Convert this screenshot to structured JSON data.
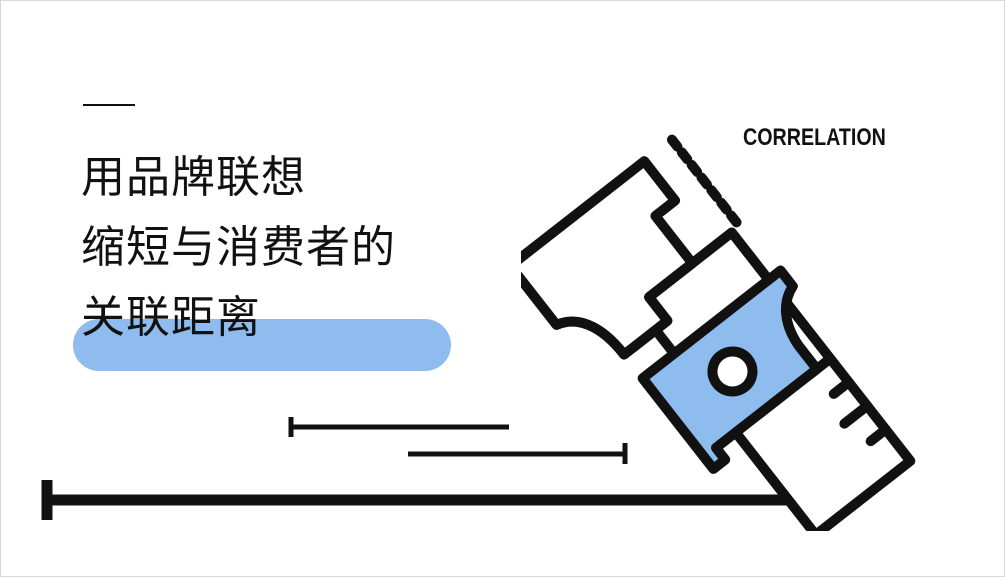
{
  "slide": {
    "title_lines": [
      "用品牌联想",
      "缩短与消费者的",
      "关联距离"
    ],
    "tool_label": "CORRELATION",
    "icon": "caliper-icon"
  },
  "colors": {
    "accent_blue": "#8fbcef",
    "ink": "#111111",
    "background": "#ffffff"
  }
}
